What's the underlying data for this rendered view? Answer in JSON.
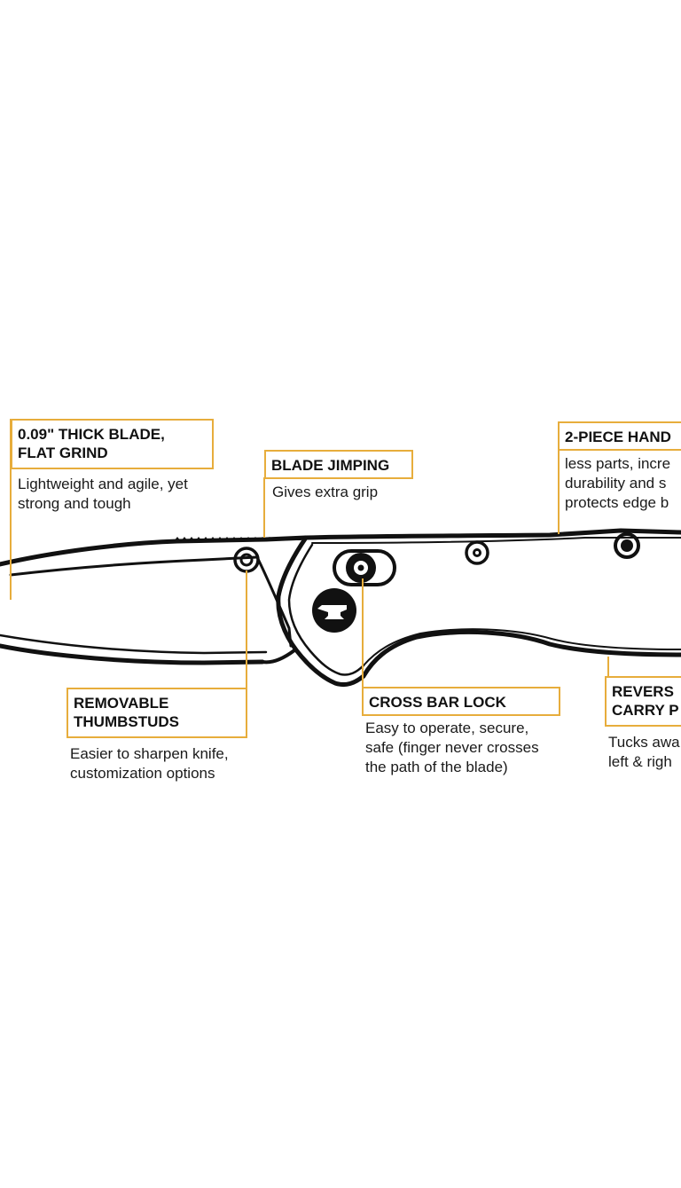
{
  "colors": {
    "accent": "#e7ad3c",
    "ink": "#111111",
    "background": "#ffffff"
  },
  "callouts": {
    "thick_blade": {
      "title_lines": [
        "0.09\" THICK BLADE,",
        "FLAT GRIND"
      ],
      "desc_lines": [
        "Lightweight and agile, yet",
        "strong and tough"
      ]
    },
    "blade_jimping": {
      "title_lines": [
        "BLADE JIMPING"
      ],
      "desc_lines": [
        "Gives extra grip"
      ]
    },
    "two_piece_handle": {
      "title_lines": [
        "2-PIECE HAND"
      ],
      "desc_lines": [
        "less parts, incre",
        "durability and s",
        "protects edge b"
      ]
    },
    "removable_thumbstuds": {
      "title_lines": [
        "REMOVABLE",
        "THUMBSTUDS"
      ],
      "desc_lines": [
        "Easier to sharpen knife,",
        "customization options"
      ]
    },
    "cross_bar_lock": {
      "title_lines": [
        "CROSS BAR LOCK"
      ],
      "desc_lines": [
        "Easy to operate, secure,",
        "safe (finger never crosses",
        "the path of the blade)"
      ]
    },
    "reversible_carry": {
      "title_lines": [
        "REVERS",
        "CARRY P"
      ],
      "desc_lines": [
        "Tucks awa",
        "left & righ"
      ]
    }
  },
  "icons": {
    "logo": "anvil-logo-icon",
    "pivot": "torx-screw-icon"
  }
}
